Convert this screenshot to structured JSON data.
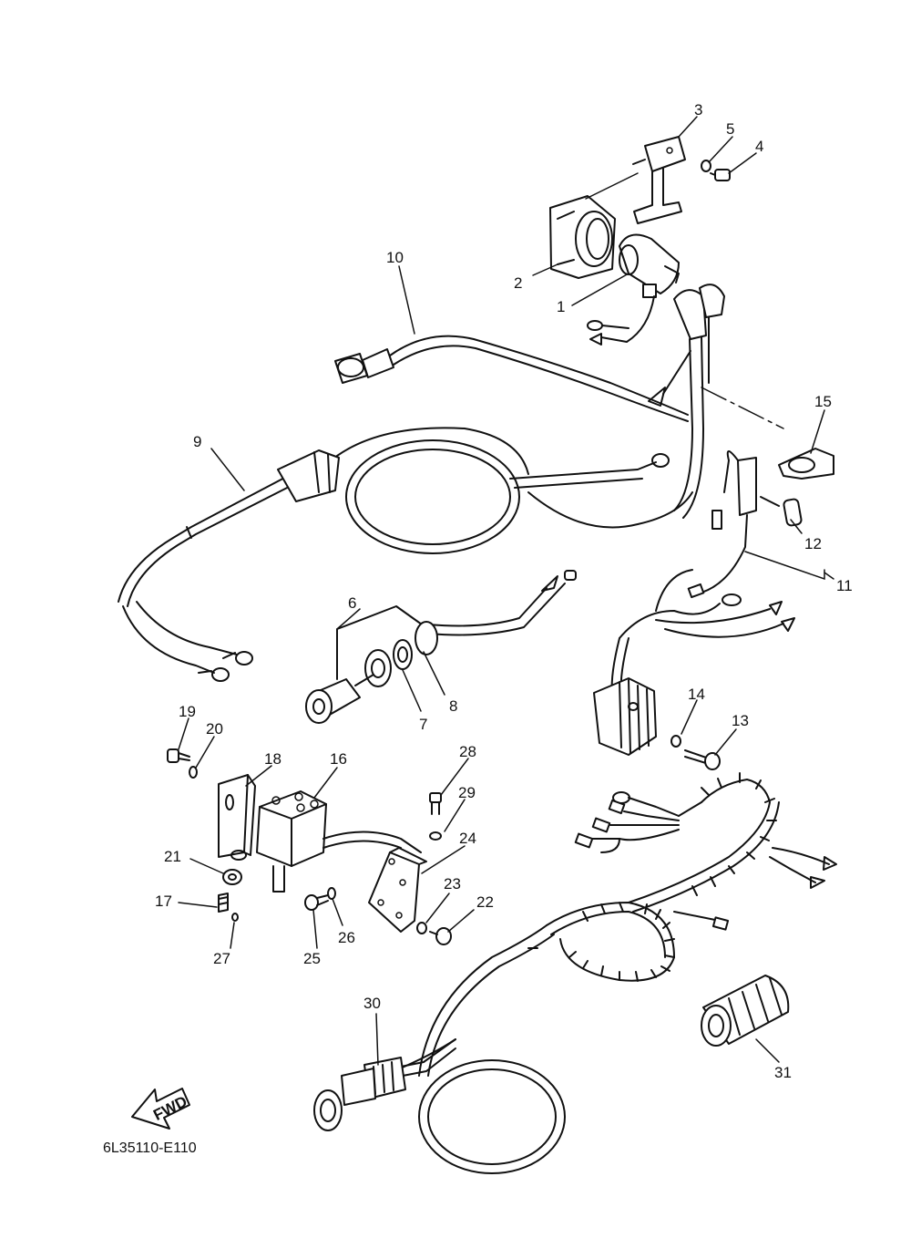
{
  "diagram": {
    "code": "6L35110-E110",
    "fwd_label": "FWD",
    "callouts": [
      "1",
      "2",
      "3",
      "4",
      "5",
      "6",
      "7",
      "8",
      "9",
      "10",
      "11",
      "12",
      "13",
      "14",
      "15",
      "16",
      "17",
      "18",
      "19",
      "20",
      "21",
      "22",
      "23",
      "24",
      "25",
      "26",
      "27",
      "28",
      "29",
      "30",
      "31"
    ]
  }
}
